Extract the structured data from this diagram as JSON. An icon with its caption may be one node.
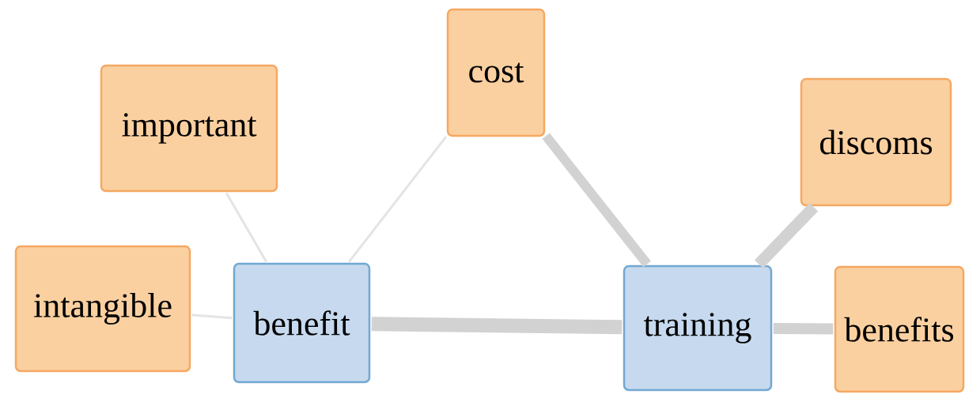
{
  "diagram": {
    "nodes": [
      {
        "text": [
          "important"
        ]
      },
      {
        "text": [
          "cost"
        ]
      },
      {
        "text": [
          "discoms"
        ]
      },
      {
        "text": [
          "intangible"
        ]
      },
      {
        "text": [
          "benefit"
        ]
      },
      {
        "text": [
          "training"
        ]
      },
      {
        "text": [
          "benefits"
        ]
      }
    ],
    "edges": [
      {
        "from": 4,
        "to": 0,
        "arrow": "none",
        "color": "#e4e4e4"
      },
      {
        "from": 4,
        "to": 1,
        "arrow": "none",
        "color": "#e4e4e4"
      },
      {
        "from": 4,
        "to": 3,
        "arrow": "none",
        "color": "#e4e4e4"
      },
      {
        "from": 4,
        "to": 5,
        "arrow": "none"
      },
      {
        "from": 5,
        "to": 1,
        "arrow": "none"
      },
      {
        "from": 5,
        "to": 2,
        "arrow": "none"
      },
      {
        "from": 5,
        "to": 6,
        "arrow": "none"
      }
    ]
  }
}
